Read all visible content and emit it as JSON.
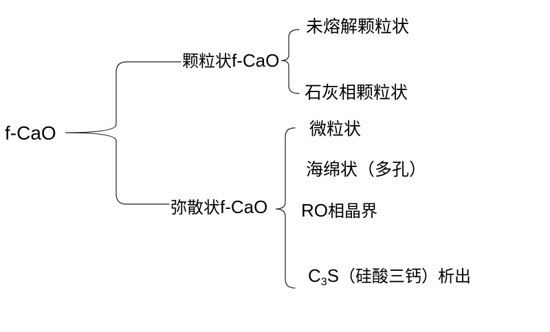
{
  "colors": {
    "background": "#ffffff",
    "line": "#1c1c1c",
    "text": "#000000"
  },
  "root": {
    "label": "f-CaO"
  },
  "branches": [
    {
      "label_cn": "颗粒状",
      "label_latin": "f-CaO",
      "leaves": [
        {
          "cn": "未熔解颗粒状"
        },
        {
          "cn": "石灰相颗粒状"
        }
      ]
    },
    {
      "label_cn": "弥散状",
      "label_latin": "f-CaO",
      "leaves": [
        {
          "cn": "微粒状"
        },
        {
          "cn": "海绵状（多孔）"
        },
        {
          "latin": "RO",
          "cn": "相晶界"
        },
        {
          "latin_pre": "C",
          "subscript": "3",
          "latin_post": "S",
          "cn": "（硅酸三钙）析出"
        }
      ]
    }
  ]
}
